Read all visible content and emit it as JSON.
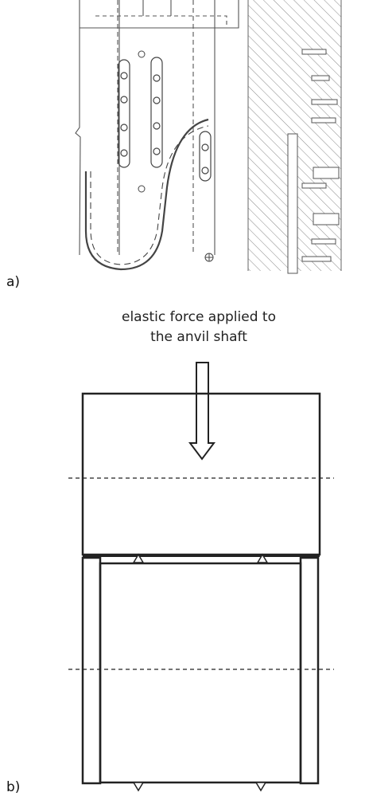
{
  "panels": {
    "a": {
      "label": "a)"
    },
    "b": {
      "label": "b)"
    }
  },
  "annotation": {
    "line1": "elastic force applied to",
    "line2": "the anvil shaft"
  },
  "colors": {
    "ink": "#222222",
    "hatch": "#8a8a8a",
    "drawing": "#555555"
  }
}
